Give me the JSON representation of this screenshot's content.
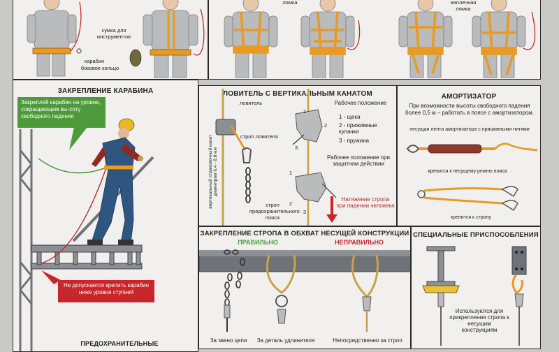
{
  "top_row": {
    "left_labels": {
      "tool_bag": "сумка для инструментов",
      "carabiner": "карабин",
      "side_ring": "боковое кольцо"
    },
    "center_label": "лямка",
    "right_label": "наплечная лямка"
  },
  "carabine_section": {
    "title": "ЗАКРЕПЛЕНИЕ КАРАБИНА",
    "green_callout": "Закрепляй карабин на уровне, сокращающем вы-соту свободного падения",
    "red_callout": "Не допускается крепить карабин ниже уровня ступней",
    "bottom_title": "ПРЕДОХРАНИТЕЛЬНЫЕ"
  },
  "catcher_section": {
    "title": "ЛОВИТЕЛЬ С ВЕРТИКАЛЬНЫМ КАНАТОМ",
    "catcher_label": "ловитель",
    "sling_label": "строп ловителя",
    "rope_label": "вертикальный страховочный канат диаметром 6,4 - 8,8 мм",
    "belt_sling_label": "строп предохранительного пояса",
    "working_position": "Рабочее положение",
    "parts": [
      "1 - щека",
      "2 - прижимные кулачки",
      "3 - пружина"
    ],
    "protective_position": "Рабочее положение при защитном действии",
    "tension_note": "Натяжение стропа при падении человека",
    "numbers": [
      "1",
      "2",
      "3"
    ]
  },
  "absorber_section": {
    "title": "АМОРТИЗАТОР",
    "description": "При возможности высоты свободного падения более 0,5 м – работать в поясе с амортизатором.",
    "tape_label": "несущая лента амортизатора с пришивными нитями",
    "belt_attach": "крепится к несущему ремню пояса",
    "sling_attach": "крепится к стропу"
  },
  "wrap_section": {
    "title": "ЗАКРЕПЛЕНИЕ СТРОПА В ОБХВАТ НЕСУЩЕЙ КОНСТРУКЦИИ",
    "correct": "ПРАВИЛЬНО",
    "incorrect": "НЕПРАВИЛЬНО",
    "captions": [
      "За звено цепи",
      "За деталь удлинителя",
      "Непосредственно за строп"
    ]
  },
  "special_section": {
    "title": "СПЕЦИАЛЬНЫЕ ПРИСПОСОБЛЕНИЯ",
    "caption": "Используются для прикрепления стропа к несущим конструкциям"
  },
  "colors": {
    "harness_orange": "#e89a22",
    "callout_green": "#4e9a3a",
    "callout_red": "#c8262b",
    "structure_gray": "#6f7276"
  }
}
